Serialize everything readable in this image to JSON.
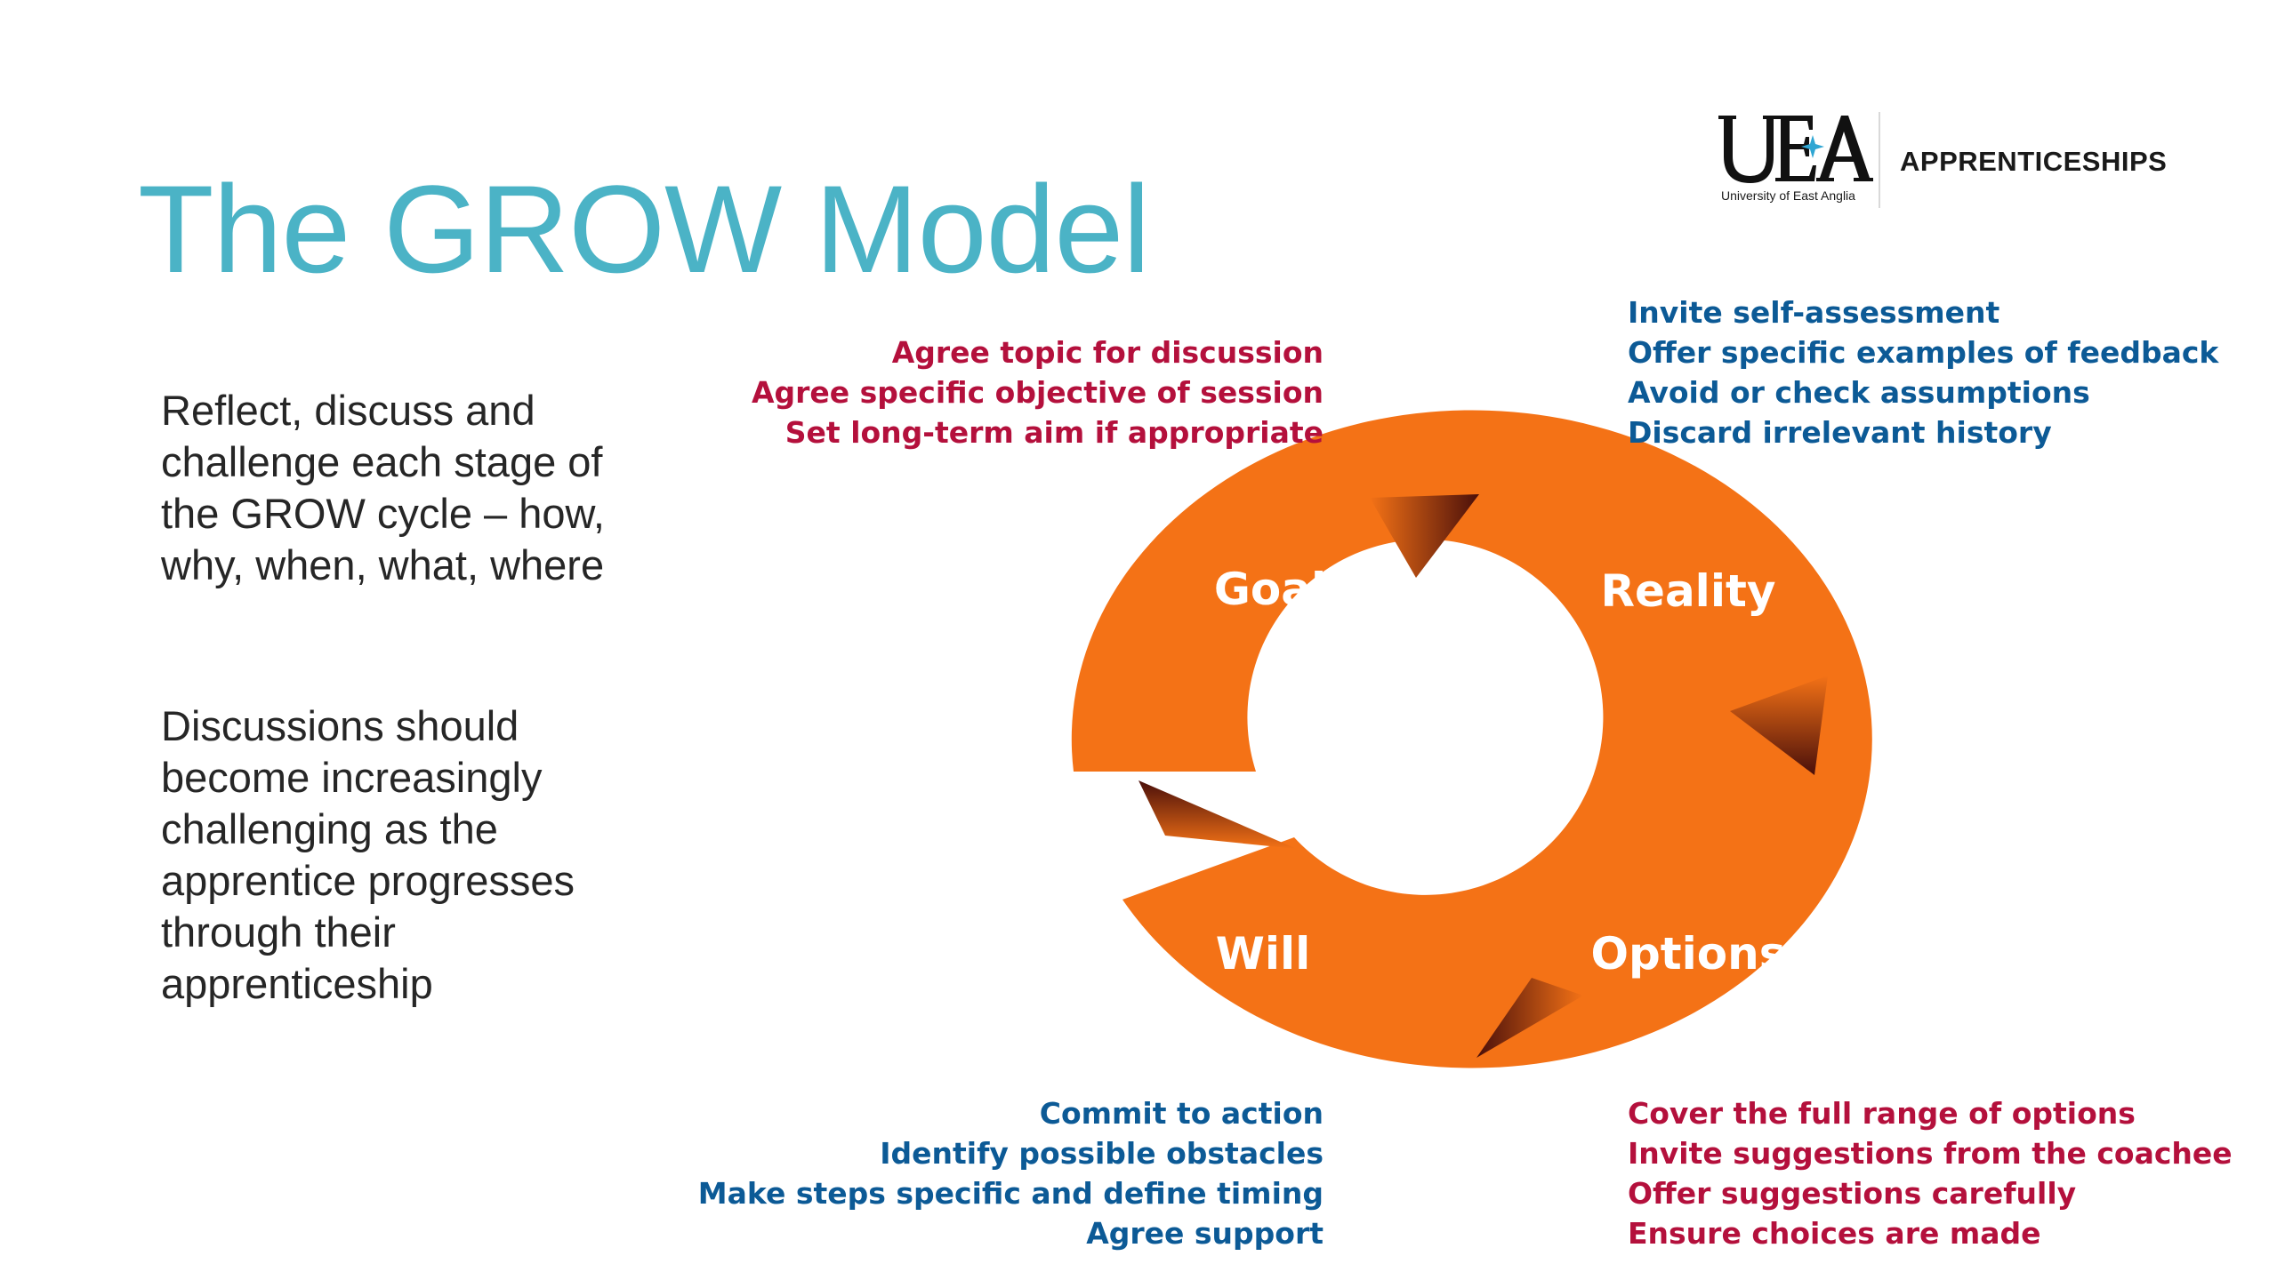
{
  "slide": {
    "title": "The GROW Model",
    "paragraph1": [
      "Reflect, discuss and",
      "challenge each stage of",
      "the GROW cycle – how,",
      "why, when, what, where"
    ],
    "paragraph2": [
      "Discussions should",
      "become increasingly",
      "challenging as the",
      "apprentice progresses",
      "through their",
      "apprenticeship"
    ]
  },
  "logo": {
    "mark": "UEA",
    "subtitle": "University of East Anglia",
    "program": "APPRENTICESHIPS"
  },
  "cycle": {
    "stages": [
      "Goal",
      "Reality",
      "Options",
      "Will"
    ],
    "colors": {
      "ring": "#f47216",
      "arrow_dark": "#4a0f0a",
      "red_text": "#b4103c",
      "blue_text": "#0c5a96"
    }
  },
  "captions": {
    "goal": [
      "Agree topic for discussion",
      "Agree specific objective of session",
      "Set long-term aim if appropriate"
    ],
    "reality": [
      "Invite self-assessment",
      "Offer specific examples of feedback",
      "Avoid or check assumptions",
      "Discard irrelevant history"
    ],
    "will": [
      "Commit to action",
      "Identify possible obstacles",
      "Make steps specific and define timing",
      "Agree support"
    ],
    "options": [
      "Cover the full range of options",
      "Invite suggestions from the coachee",
      "Offer suggestions carefully",
      "Ensure choices are made"
    ]
  }
}
